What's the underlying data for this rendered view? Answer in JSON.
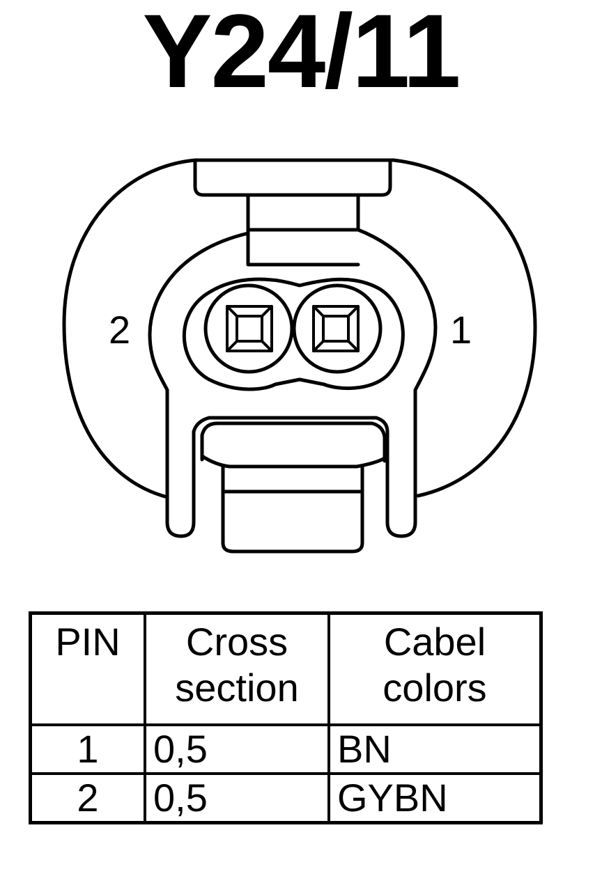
{
  "connector": {
    "title": "Y24/11",
    "pin_labels": {
      "left": "2",
      "right": "1"
    }
  },
  "table": {
    "headers": {
      "pin": "PIN",
      "cross_line1": "Cross",
      "cross_line2": "section",
      "color_line1": "Cabel",
      "color_line2": "colors"
    },
    "rows": [
      {
        "pin": "1",
        "cross": "0,5",
        "color": "BN"
      },
      {
        "pin": "2",
        "cross": "0,5",
        "color": "GYBN"
      }
    ]
  }
}
